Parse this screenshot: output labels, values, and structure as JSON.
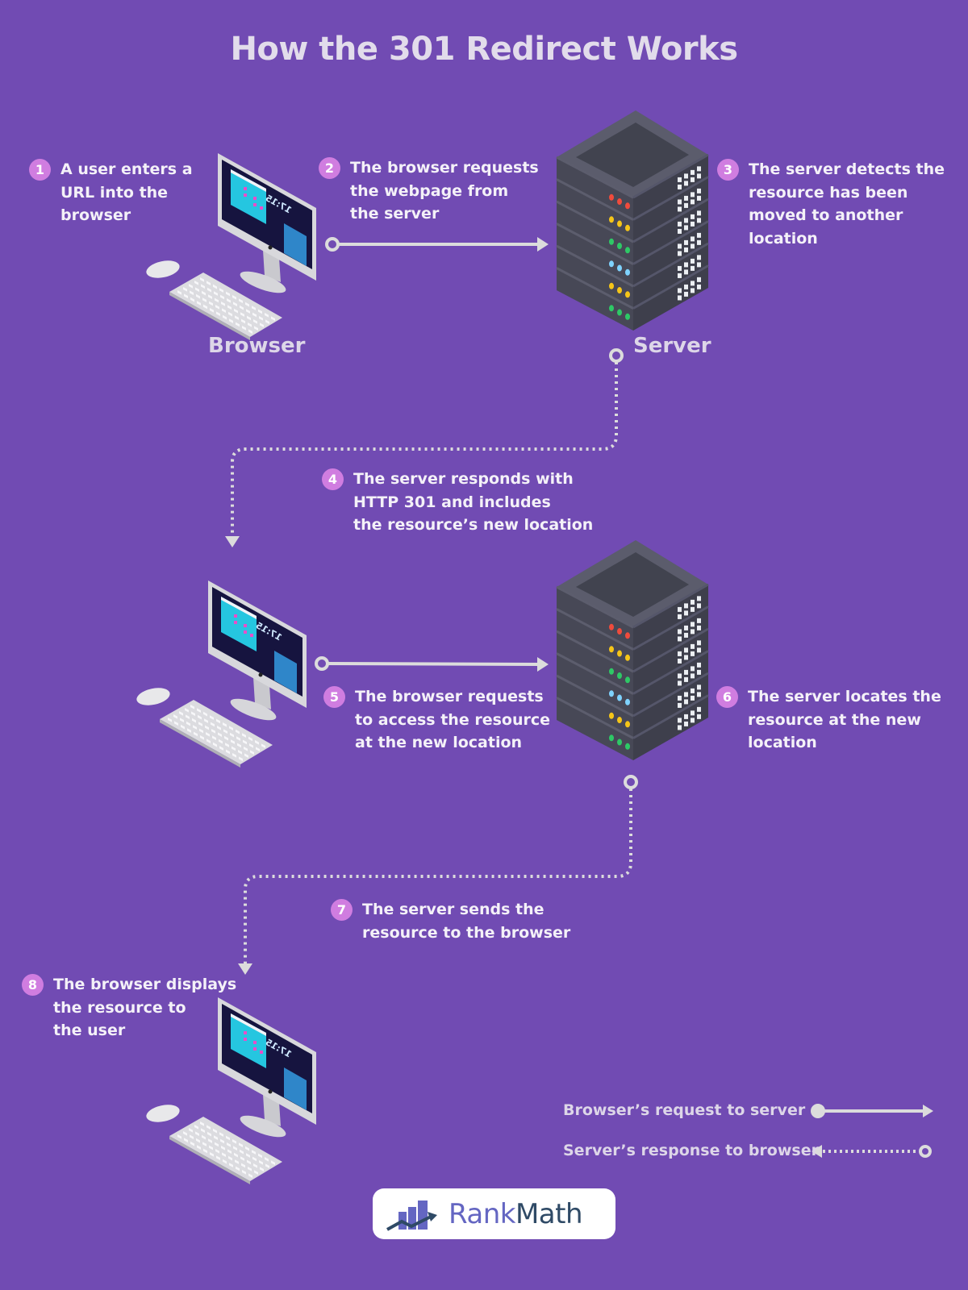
{
  "title": "How the 301 Redirect Works",
  "steps": [
    {
      "num": "1",
      "text": "A user enters a\nURL into the\nbrowser"
    },
    {
      "num": "2",
      "text": "The browser requests\nthe webpage from\nthe server"
    },
    {
      "num": "3",
      "text": "The server detects the\nresource has been\nmoved to another\nlocation"
    },
    {
      "num": "4",
      "text": "The server responds with\nHTTP 301 and includes\nthe resource’s new location"
    },
    {
      "num": "5",
      "text": "The browser requests\nto access the resource\nat the new location"
    },
    {
      "num": "6",
      "text": "The server locates the\nresource at the new\nlocation"
    },
    {
      "num": "7",
      "text": "The server sends the\nresource to the browser"
    },
    {
      "num": "8",
      "text": "The browser displays\nthe resource to\nthe user"
    }
  ],
  "labels": {
    "browser": "Browser",
    "server": "Server"
  },
  "screen_clock": "17:15",
  "legend": {
    "request": "Browser’s request to server",
    "response": "Server’s response to browser"
  },
  "logo": {
    "part1": "Rank",
    "part2": "Math"
  },
  "colors": {
    "background": "#714bb3",
    "badge": "#d07de0",
    "arrow": "#dcdcdc",
    "server": "#4a4b5a"
  }
}
